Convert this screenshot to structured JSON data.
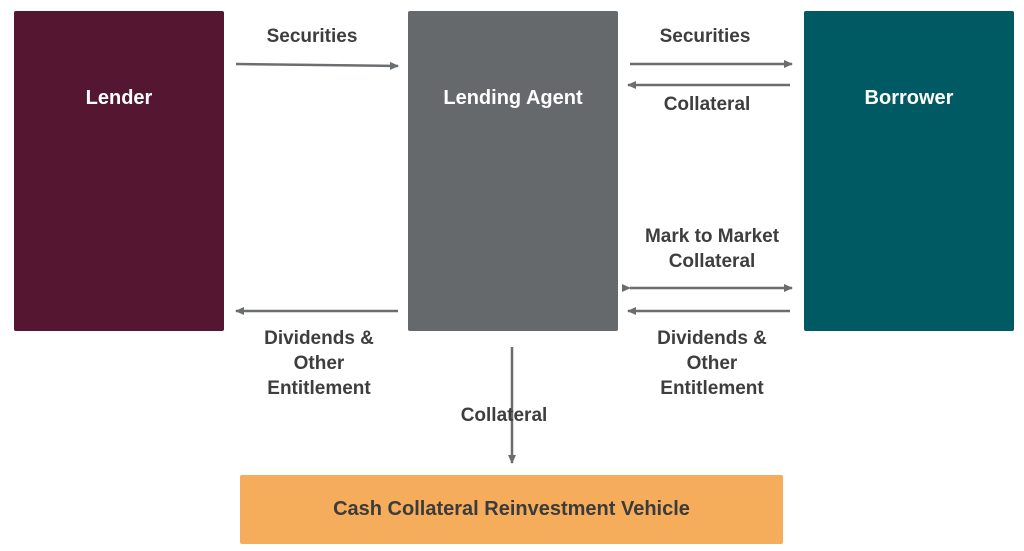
{
  "nodes": {
    "lender": "Lender",
    "agent": "Lending Agent",
    "borrower": "Borrower",
    "vehicle": "Cash Collateral Reinvestment Vehicle"
  },
  "labels": {
    "securities_left": "Securities",
    "securities_right": "Securities",
    "collateral_right": "Collateral",
    "mtm_line1": "Mark to Market",
    "mtm_line2": "Collateral",
    "div_left_line1": "Dividends &",
    "div_left_line2": "Other",
    "div_left_line3": "Entitlement",
    "div_right_line1": "Dividends &",
    "div_right_line2": "Other",
    "div_right_line3": "Entitlement",
    "collateral_down": "Collateral"
  },
  "colors": {
    "lender": "#551631",
    "agent": "#65696b",
    "borrower": "#005a63",
    "vehicle": "#f5ad5c",
    "arrow": "#6b6e70"
  }
}
